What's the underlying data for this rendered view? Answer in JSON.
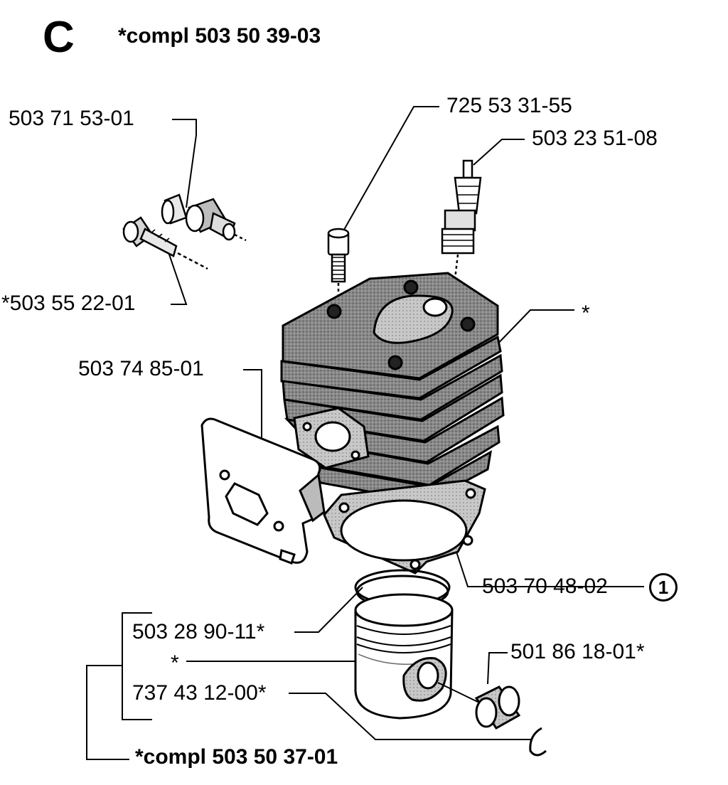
{
  "header": {
    "section_letter": "C",
    "kit_label": "*compl 503 50 39-03"
  },
  "parts": {
    "decomp_valve": "503 71 53-01",
    "adjust_screw": "*503 55 22-01",
    "cylinder_screw": "725 53 31-55",
    "spark_plug": "503 23 51-08",
    "cylinder": "*",
    "heat_shield": "503 74 85-01",
    "cylinder_gasket": "503 70 48-02",
    "piston_ring": "503 28 90-11*",
    "piston": "*",
    "piston_pin": "737 43 12-00*",
    "needle_bearing": "501 86 18-01*"
  },
  "callout": {
    "number": "1"
  },
  "footer": {
    "kit_label": "*compl 503 50 37-01"
  }
}
